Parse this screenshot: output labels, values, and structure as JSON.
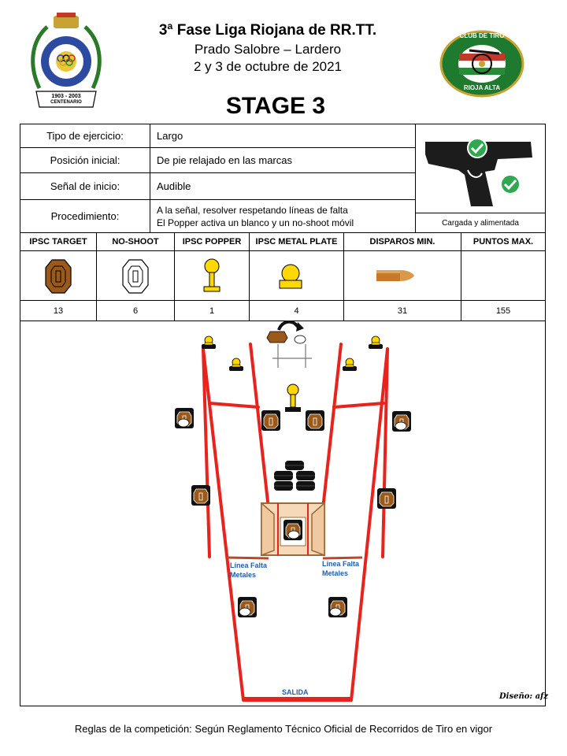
{
  "header": {
    "title": "3ª Fase Liga Riojana de RR.TT.",
    "venue": "Prado Salobre – Lardero",
    "date": "2 y 3 de octubre de 2021",
    "stage": "STAGE 3",
    "left_logo": {
      "years": "1903 - 2003",
      "caption": "CENTENARIO"
    },
    "right_logo": {
      "text_top": "CLUB DE TIRO",
      "text_bottom": "RIOJA ALTA"
    }
  },
  "info": {
    "rows": [
      {
        "label": "Tipo de ejercicio:",
        "value": "Largo"
      },
      {
        "label": "Posición inicial:",
        "value": "De pie relajado en las marcas"
      },
      {
        "label": "Señal de inicio:",
        "value": "Audible"
      }
    ],
    "procedure_label": "Procedimiento:",
    "procedure_lines": [
      "A la señal, resolver respetando líneas de falta",
      "El Popper activa un blanco y un no-shoot móvil"
    ],
    "gun_caption": "Cargada y alimentada"
  },
  "targets": {
    "headers": [
      "IPSC TARGET",
      "NO-SHOOT",
      "IPSC POPPER",
      "IPSC METAL PLATE",
      "DISPAROS MIN.",
      "PUNTOS MAX."
    ],
    "values": [
      "13",
      "6",
      "1",
      "4",
      "31",
      "155"
    ]
  },
  "layout": {
    "fault_line_label": [
      "Línea Falta",
      "Metales"
    ],
    "start_label": "SALIDA",
    "designer": "Diseño: afz"
  },
  "colors": {
    "fault_line": "#e8231d",
    "label_blue": "#1f5fa8",
    "target_brown": "#9b5a1a",
    "metal_yellow": "#ffd800",
    "check_green": "#2fa84f"
  },
  "footer": "Reglas de la competición: Según Reglamento Técnico Oficial de Recorridos de Tiro en vigor"
}
